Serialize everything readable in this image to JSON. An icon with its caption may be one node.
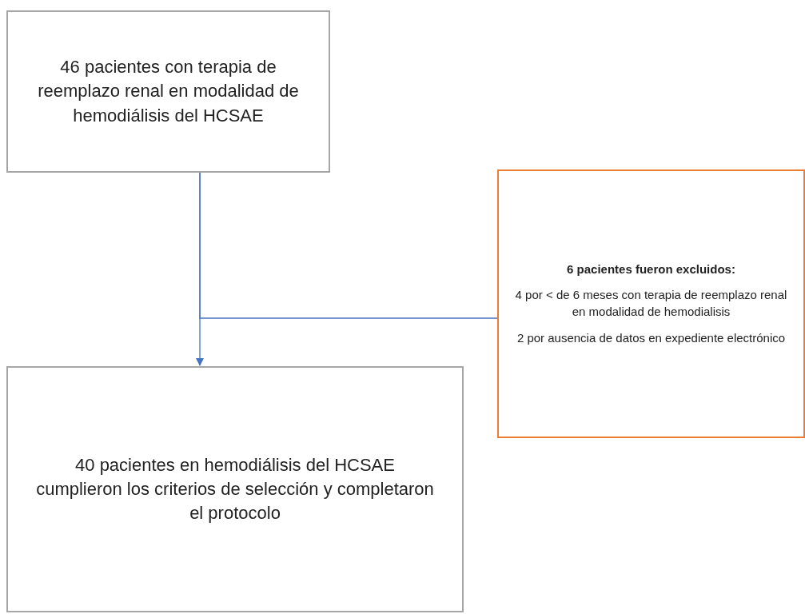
{
  "diagram": {
    "nodes": [
      {
        "text": [
          "46 pacientes con terapia de reemplazo renal en modalidad de hemodiálisis del HCSAE"
        ]
      },
      {
        "text": [
          "6 pacientes fueron excluidos:",
          "4 por < de 6 meses con terapia de reemplazo renal en modalidad de hemodialisis",
          "2 por ausencia de datos en expediente electrónico"
        ]
      },
      {
        "text": [
          "40 pacientes en hemodiálisis del HCSAE cumplieron los criterios de selección y completaron el protocolo"
        ]
      }
    ],
    "edges": [
      {
        "from": 0,
        "to": 2,
        "arrow": "to"
      },
      {
        "from": 0,
        "to": 1,
        "arrow": "none"
      }
    ]
  }
}
